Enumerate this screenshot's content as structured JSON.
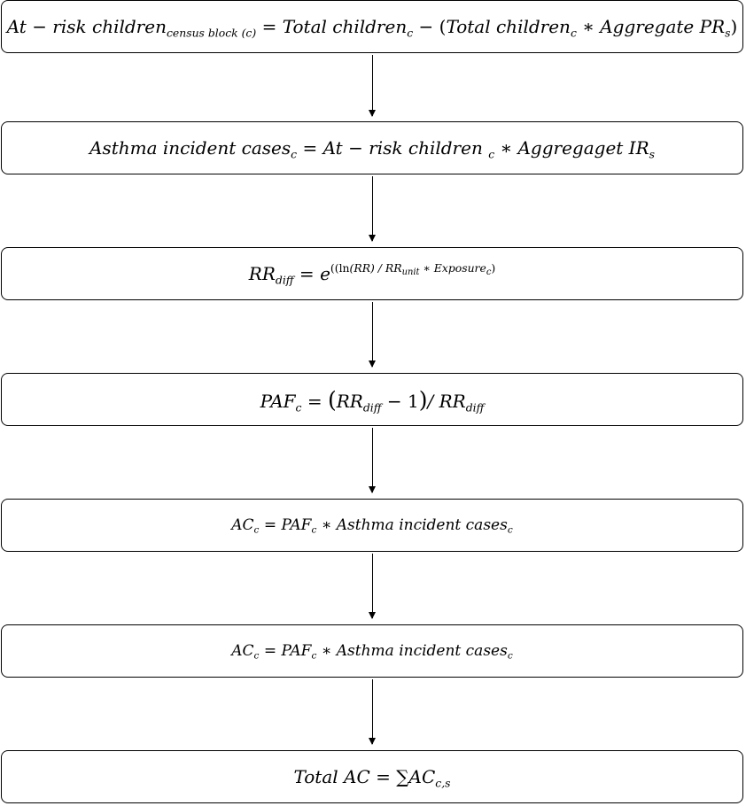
{
  "flowchart": {
    "step1": {
      "lhs": "At − risk children",
      "lhs_sub": "census block (c)",
      "eq": " = ",
      "t1": "Total children",
      "t1_sub": "c",
      "minus": " − (",
      "t2": "Total children",
      "t2_sub": "c",
      "mul": " ∗ ",
      "t3": "Aggregate PR",
      "t3_sub": "s",
      "close": ")"
    },
    "step2": {
      "lhs": "Asthma incident cases",
      "lhs_sub": "c",
      "eq": " = ",
      "t1": "At − risk children ",
      "t1_sub": "c",
      "mul": " ∗ ",
      "t2": "Aggregaget IR",
      "t2_sub": "s"
    },
    "step3": {
      "lhs": "RR",
      "lhs_sub": "diff",
      "eq": " = ",
      "base": "e",
      "exp_open": "((",
      "exp_ln": "ln",
      "exp_mid": "(RR) / RR",
      "exp_sub": "unit",
      "exp_mul": " ∗ Exposure",
      "exp_sub2": "c",
      "exp_close": ")"
    },
    "step4": {
      "lhs": "PAF",
      "lhs_sub": "c",
      "eq": " = ",
      "open": "(",
      "t1": "RR",
      "t1_sub": "diff",
      "minus": " − 1",
      "close": ")",
      "div": "/ RR",
      "t2_sub": "diff"
    },
    "step5": {
      "lhs": "AC",
      "lhs_sub": "c",
      "eq": " = ",
      "t1": "PAF",
      "t1_sub": "c",
      "mul": " ∗ ",
      "t2": "Asthma incident cases",
      "t2_sub": "c"
    },
    "step6": {
      "lhs": "AC",
      "lhs_sub": "c",
      "eq": " = ",
      "t1": "PAF",
      "t1_sub": "c",
      "mul": " ∗ ",
      "t2": "Asthma incident cases",
      "t2_sub": "c"
    },
    "step7": {
      "lhs": "Total AC",
      "eq": " = ",
      "sum": "∑",
      "t1": "AC",
      "t1_sub": "c,s"
    }
  }
}
